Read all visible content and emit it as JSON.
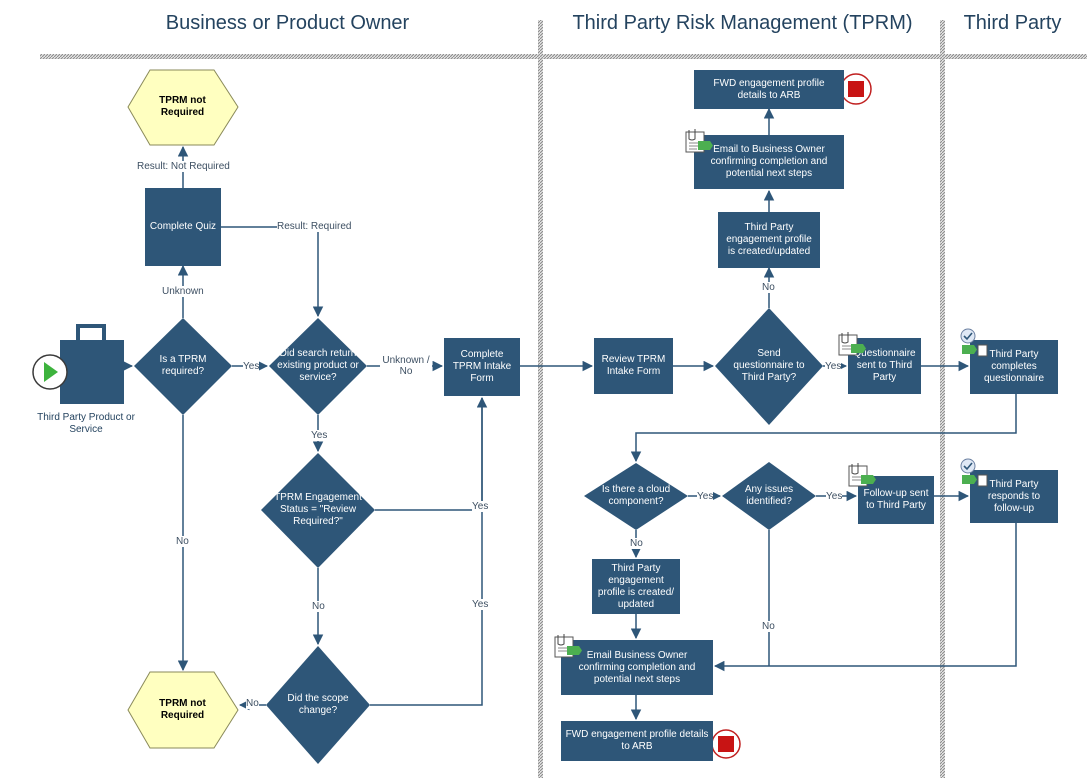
{
  "lanes": {
    "business": "Business or Product Owner",
    "tprm": "Third Party Risk Management (TPRM)",
    "third_party": "Third Party"
  },
  "start_label": "Third Party Product or Service",
  "nodes": {
    "tprm_not_required_top": "TPRM not Required",
    "complete_quiz": "Complete Quiz",
    "is_tprm_required": "Is a TPRM required?",
    "did_search_return": "Did search return existing product or service?",
    "engagement_status": "TPRM Engagement Status = \"Review Required?\"",
    "did_scope_change": "Did the scope change?",
    "tprm_not_required_bottom": "TPRM not Required",
    "complete_intake": "Complete TPRM Intake Form",
    "review_intake": "Review TPRM Intake Form",
    "send_questionnaire": "Send questionnaire to Third Party?",
    "profile_created_top": "Third Party engagement profile is created/updated",
    "email_owner_top": "Email to Business Owner confirming completion and potential next steps",
    "fwd_arb_top": "FWD engagement profile details to ARB",
    "questionnaire_sent": "Questionnaire sent to Third Party",
    "tp_completes": "Third Party completes questionnaire",
    "cloud_component": "Is there a cloud component?",
    "any_issues": "Any issues identified?",
    "followup_sent": "Follow-up sent to Third Party",
    "tp_responds": "Third Party responds to follow-up",
    "profile_created_bottom": "Third Party engagement profile is created/ updated",
    "email_owner_bottom": "Email Business Owner confirming completion and potential next steps",
    "fwd_arb_bottom": "FWD engagement profile details to ARB"
  },
  "edge_labels": {
    "result_not_required": "Result: Not Required",
    "result_required": "Result: Required",
    "unknown": "Unknown",
    "yes_required": "Yes",
    "no_required": "No",
    "unknown_no": "Unknown / No",
    "yes_search": "Yes",
    "yes_status": "Yes",
    "no_status": "No",
    "yes_scope": "Yes",
    "no_scope": "No",
    "no_send": "No",
    "yes_send": "Yes",
    "yes_cloud": "Yes",
    "no_cloud": "No",
    "yes_issues": "Yes",
    "no_issues": "No"
  },
  "colors": {
    "box": "#2e5678",
    "hexagon": "#ffffc0",
    "line": "#2e5678",
    "title": "#24435f"
  }
}
